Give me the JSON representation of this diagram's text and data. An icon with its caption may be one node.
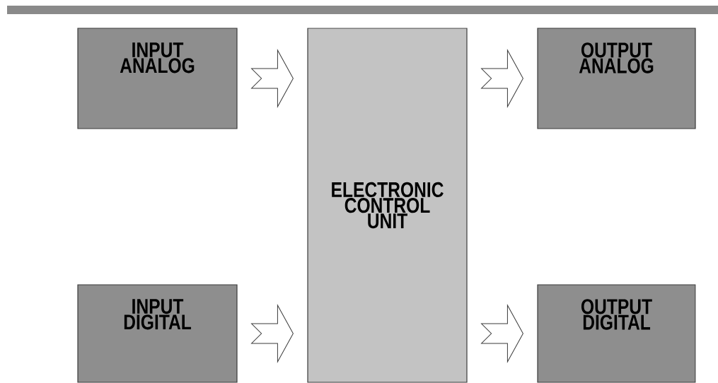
{
  "diagram": {
    "nodes": [
      {
        "text": [
          "INPUT ANALOG"
        ]
      },
      {
        "text": [
          "INPUT DIGITAL"
        ]
      },
      {
        "text": [
          "ELECTRONIC CONTROL UNIT"
        ]
      },
      {
        "text": [
          "OUTPUT ANALOG"
        ]
      },
      {
        "text": [
          "OUTPUT DIGITAL"
        ]
      }
    ],
    "edges": [
      {
        "from": 0,
        "to": 2,
        "arrow": "to"
      },
      {
        "from": 1,
        "to": 2,
        "arrow": "to"
      },
      {
        "from": 2,
        "to": 3,
        "arrow": "to"
      },
      {
        "from": 2,
        "to": 4,
        "arrow": "to"
      }
    ]
  }
}
